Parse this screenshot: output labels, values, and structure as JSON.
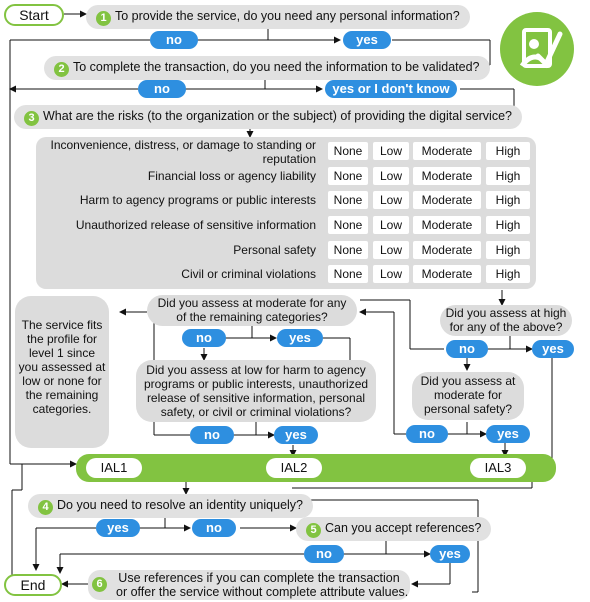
{
  "start_label": "Start",
  "end_label": "End",
  "q1": {
    "num": "1",
    "text": "To provide the service, do you need any personal information?"
  },
  "q2": {
    "num": "2",
    "text": "To complete the transaction, do you need the information to be validated?"
  },
  "q3": {
    "num": "3",
    "text": "What are the risks (to the organization or the subject) of providing the digital service?"
  },
  "q4": {
    "num": "4",
    "text": "Do you need to resolve an identity uniquely?"
  },
  "q5": {
    "num": "5",
    "text": "Can you accept references?"
  },
  "q6": {
    "num": "6",
    "line1": "Use references if you can complete the transaction",
    "line2": "or offer the service without complete attribute values."
  },
  "answers": {
    "no": "no",
    "yes": "yes",
    "yes_or_dont_know": "yes or I don't know"
  },
  "risk_rows": [
    {
      "label_line1": "Inconvenience, distress, or damage to standing or",
      "label_line2": "reputation"
    },
    {
      "label_line1": "Financial loss or agency liability",
      "label_line2": ""
    },
    {
      "label_line1": "Harm to agency programs or public interests",
      "label_line2": ""
    },
    {
      "label_line1": "Unauthorized release of sensitive information",
      "label_line2": ""
    },
    {
      "label_line1": "Personal safety",
      "label_line2": ""
    },
    {
      "label_line1": "Civil or criminal violations",
      "label_line2": ""
    }
  ],
  "levels": [
    "None",
    "Low",
    "Moderate",
    "High"
  ],
  "level1_note": [
    "The service fits",
    "the profile for",
    "level 1 since",
    "you assessed at",
    "low or none for",
    "the remaining",
    "categories."
  ],
  "q_moderate_any": [
    "Did you assess at moderate for any",
    "of the remaining categories?"
  ],
  "q_low_harm": [
    "Did you assess at low for harm to agency",
    "programs or public interests, unauthorized",
    "release of sensitive information, personal",
    "safety, or civil or criminal violations?"
  ],
  "q_high_any": [
    "Did you assess at high",
    "for any of the above?"
  ],
  "q_moderate_safety": [
    "Did you assess at",
    "moderate for",
    "personal safety?"
  ],
  "ial": [
    "IAL1",
    "IAL2",
    "IAL3"
  ],
  "colors": {
    "green": "#82c341",
    "blue": "#2e8fe0",
    "gray": "#dcdcdc"
  },
  "logo_icon": "person-checkmark-icon"
}
